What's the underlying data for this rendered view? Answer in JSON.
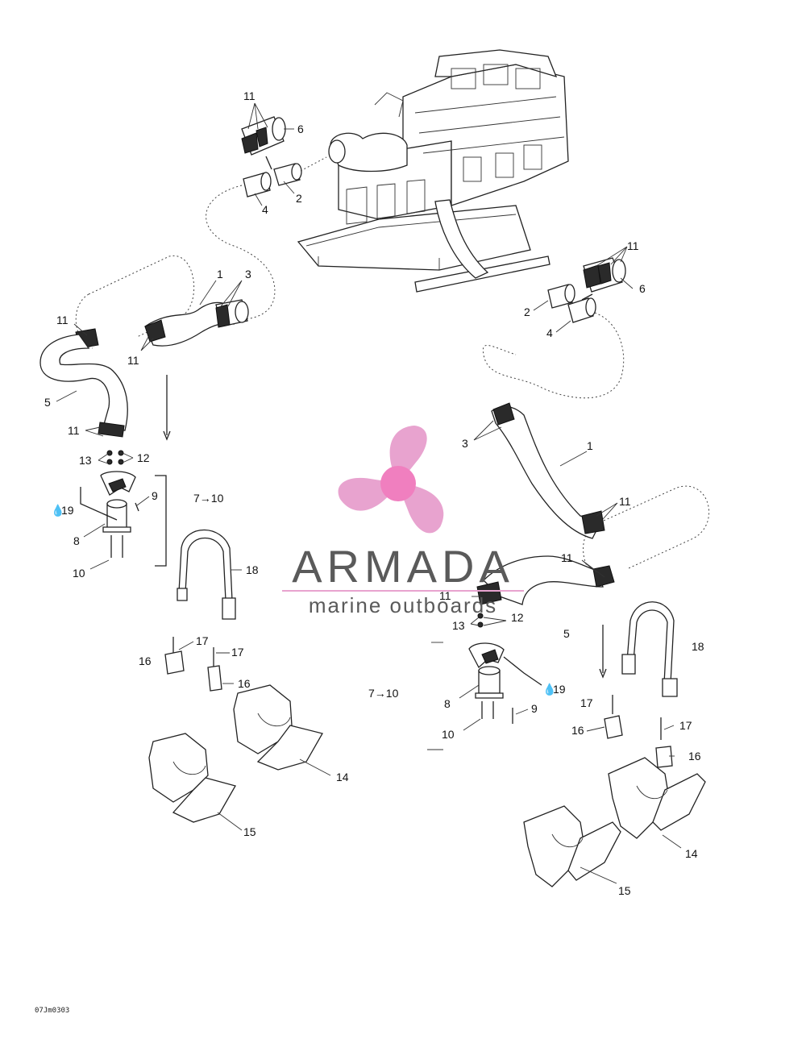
{
  "diagram": {
    "callouts": {
      "l_11a": "11",
      "l_6a": "6",
      "l_2a": "2",
      "l_4a": "4",
      "l_1a": "1",
      "l_3a": "3",
      "l_11b": "11",
      "l_11c": "11",
      "l_5a": "5",
      "l_11d": "11",
      "l_13a": "13",
      "l_12a": "12",
      "l_9a": "9",
      "l_19a": "19",
      "l_8a": "8",
      "l_10a": "10",
      "l_710a": "7→10",
      "l_18a": "18",
      "l_17a": "17",
      "l_17b": "17",
      "l_16a": "16",
      "l_16b": "16",
      "l_14a": "14",
      "l_15a": "15",
      "l_11e": "11",
      "l_6b": "6",
      "l_2b": "2",
      "l_4b": "4",
      "l_3b": "3",
      "l_1b": "1",
      "l_11f": "11",
      "l_11g": "11",
      "l_11h": "11",
      "l_5b": "5",
      "l_13b": "13",
      "l_12b": "12",
      "l_19b": "19",
      "l_8b": "8",
      "l_9b": "9",
      "l_10b": "10",
      "l_710b": "7→10",
      "l_18b": "18",
      "l_17c": "17",
      "l_17d": "17",
      "l_16c": "16",
      "l_16d": "16",
      "l_14b": "14",
      "l_15b": "15"
    },
    "drawing_code": "07Jm0303"
  },
  "watermark": {
    "brand": "ARMADA",
    "tagline": "marine outboards",
    "logo_color": "#e8a3cf",
    "logo_hub_color": "#f07fbf",
    "line_color": "#e8a3cf"
  }
}
